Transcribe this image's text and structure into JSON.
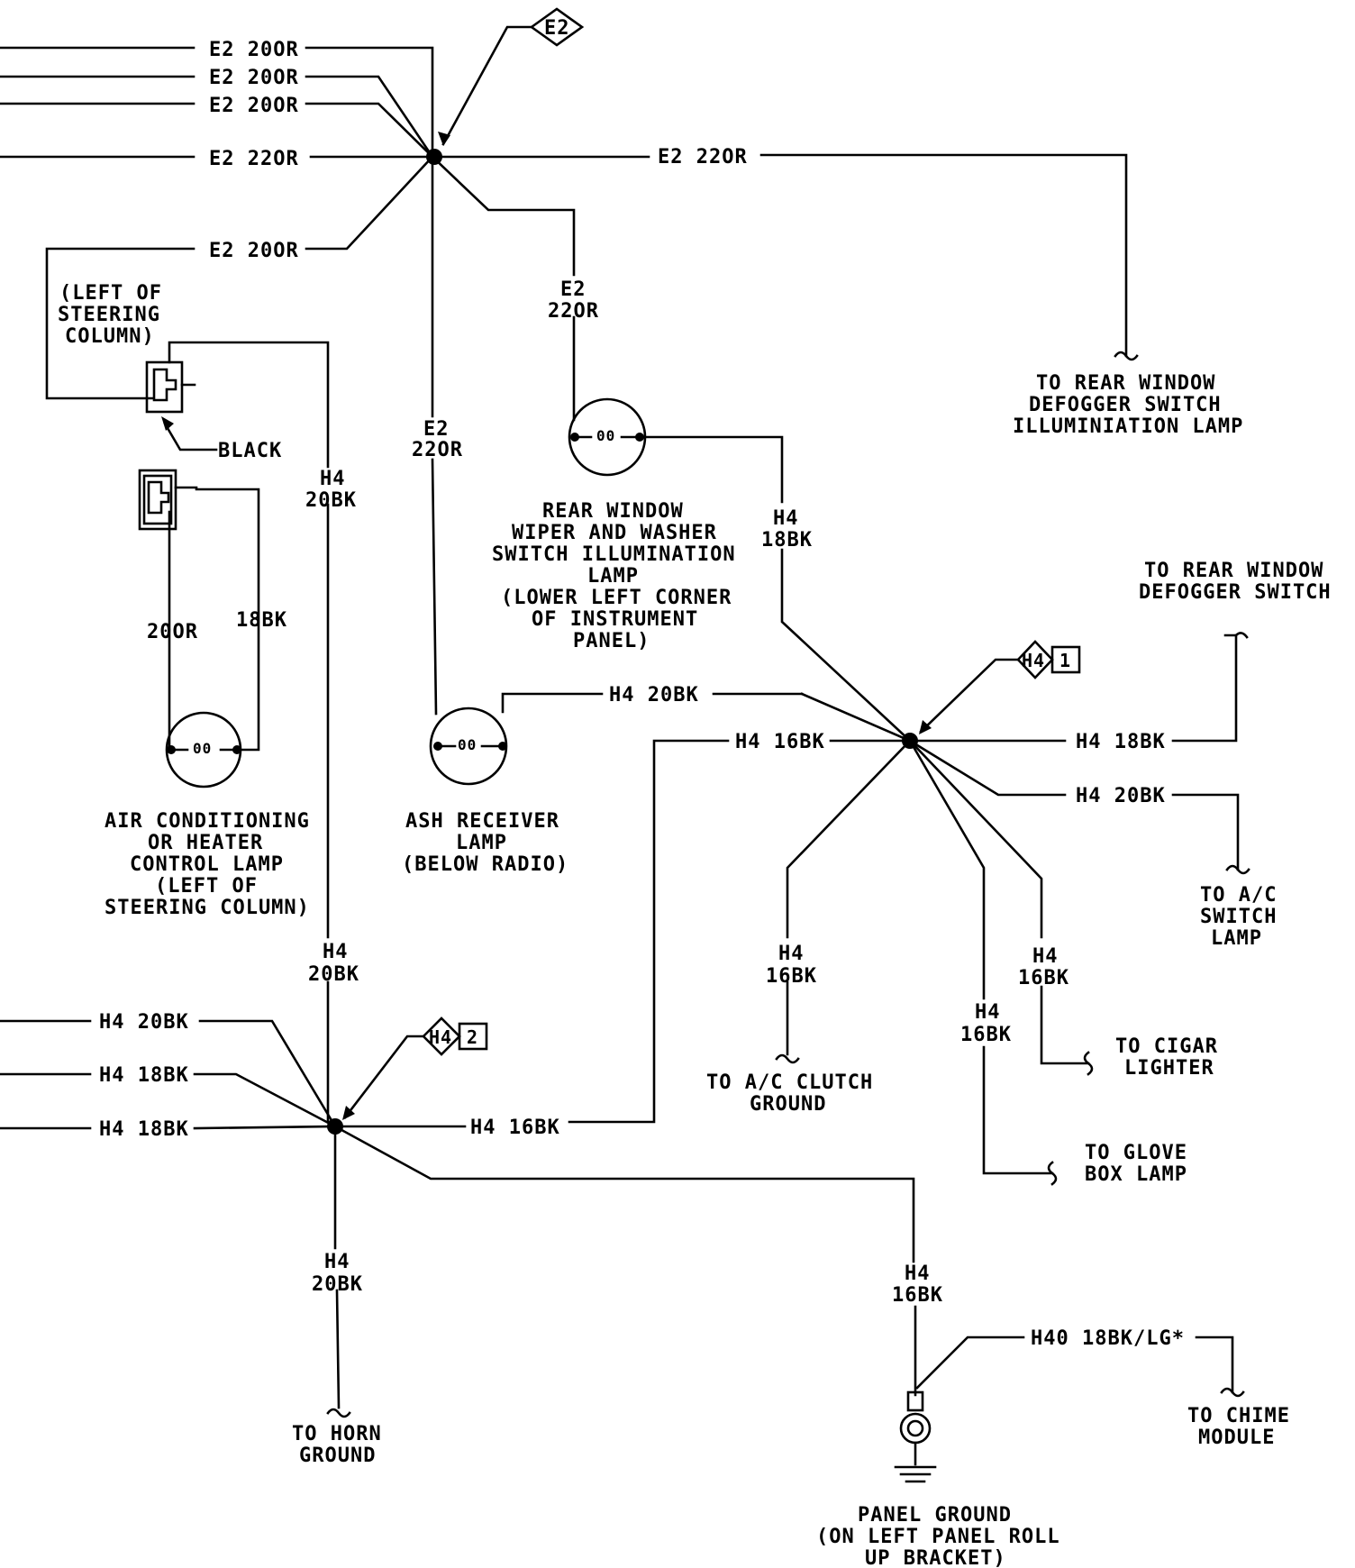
{
  "splice_e2": {
    "badge": "E2",
    "wires_left": [
      "E2 20OR",
      "E2 20OR",
      "E2 20OR",
      "E2 22OR",
      "E2 20OR"
    ],
    "wire_right": "E2 22OR",
    "wire_down_1": [
      "E2",
      "22OR"
    ],
    "wire_down_2": [
      "E2",
      "22OR"
    ]
  },
  "splice_h4_1": {
    "badge": "H4",
    "badge_num": "1",
    "wire_in": "H4 20BK",
    "wire_left": "H4 16BK",
    "wire_right_1": "H4 18BK",
    "wire_right_2": "H4 20BK",
    "wire_up": [
      "H4",
      "18BK"
    ],
    "wire_down_1": [
      "H4",
      "16BK"
    ],
    "wire_down_2": [
      "H4",
      "16BK"
    ],
    "wire_down_3": [
      "H4",
      "16BK"
    ]
  },
  "splice_h4_2": {
    "badge": "H4",
    "badge_num": "2",
    "wires_left": [
      "H4 20BK",
      "H4 18BK",
      "H4 18BK"
    ],
    "wire_right": "H4 16BK",
    "wire_up": [
      "H4",
      "20BK"
    ],
    "wire_down": [
      "H4",
      "20BK"
    ],
    "wire_ground": [
      "H4",
      "16BK"
    ]
  },
  "connector": {
    "location": [
      "(LEFT OF",
      "STEERING",
      "COLUMN)"
    ],
    "color_label": "BLACK",
    "wire_a": "20OR",
    "wire_b": "18BK"
  },
  "components": {
    "ac_lamp": [
      "AIR CONDITIONING",
      "OR HEATER",
      "CONTROL LAMP",
      "(LEFT OF",
      "STEERING COLUMN)"
    ],
    "ash_lamp": [
      "ASH RECEIVER",
      "LAMP",
      "(BELOW RADIO)"
    ],
    "wiper_lamp": [
      "REAR WINDOW",
      "WIPER AND WASHER",
      "SWITCH ILLUMINATION",
      "LAMP",
      "(LOWER LEFT CORNER",
      "OF INSTRUMENT",
      "PANEL)"
    ],
    "panel_ground": [
      "PANEL GROUND",
      "(ON LEFT PANEL ROLL",
      "UP BRACKET)"
    ],
    "lamp_symbol": "00"
  },
  "destinations": {
    "rear_defogger_illum": [
      "TO REAR WINDOW",
      "DEFOGGER SWITCH",
      "ILLUMINIATION LAMP"
    ],
    "rear_defogger_switch": [
      "TO REAR WINDOW",
      "DEFOGGER SWITCH"
    ],
    "ac_switch_lamp": [
      "TO A/C",
      "SWITCH",
      "LAMP"
    ],
    "cigar_lighter": [
      "TO CIGAR",
      "LIGHTER"
    ],
    "glove_box": [
      "TO GLOVE",
      "BOX LAMP"
    ],
    "ac_clutch": [
      "TO A/C CLUTCH",
      "GROUND"
    ],
    "horn_ground": [
      "TO HORN",
      "GROUND"
    ],
    "chime_module": [
      "TO CHIME",
      "MODULE"
    ]
  },
  "chime_wire": "H40 18BK/LG*"
}
